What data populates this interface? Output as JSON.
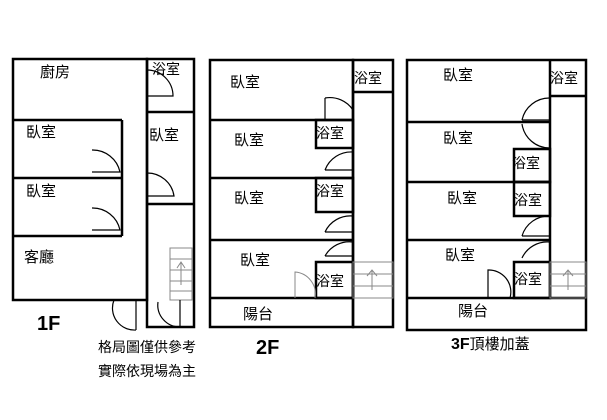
{
  "floors": {
    "f1": {
      "label": "1F",
      "rooms": {
        "kitchen": "廚房",
        "bath": "浴室",
        "bed1": "臥室",
        "bed2": "臥室",
        "bed3": "臥室",
        "living": "客廳"
      }
    },
    "f2": {
      "label": "2F",
      "rooms": {
        "bed1": "臥室",
        "bed2": "臥室",
        "bed3": "臥室",
        "bed4": "臥室",
        "bath1": "浴室",
        "bath2": "浴室",
        "bath3": "浴室",
        "bath4": "浴室",
        "balcony": "陽台"
      }
    },
    "f3": {
      "label": "3F",
      "suffix": "頂樓加蓋",
      "rooms": {
        "bed1": "臥室",
        "bed2": "臥室",
        "bed3": "臥室",
        "bed4": "臥室",
        "bath1": "浴室",
        "bath2": "浴室",
        "bath3": "浴室",
        "bath4": "浴室",
        "balcony": "陽台"
      }
    }
  },
  "notes": {
    "line1": "格局圖僅供參考",
    "line2": "實際依現場為主"
  }
}
